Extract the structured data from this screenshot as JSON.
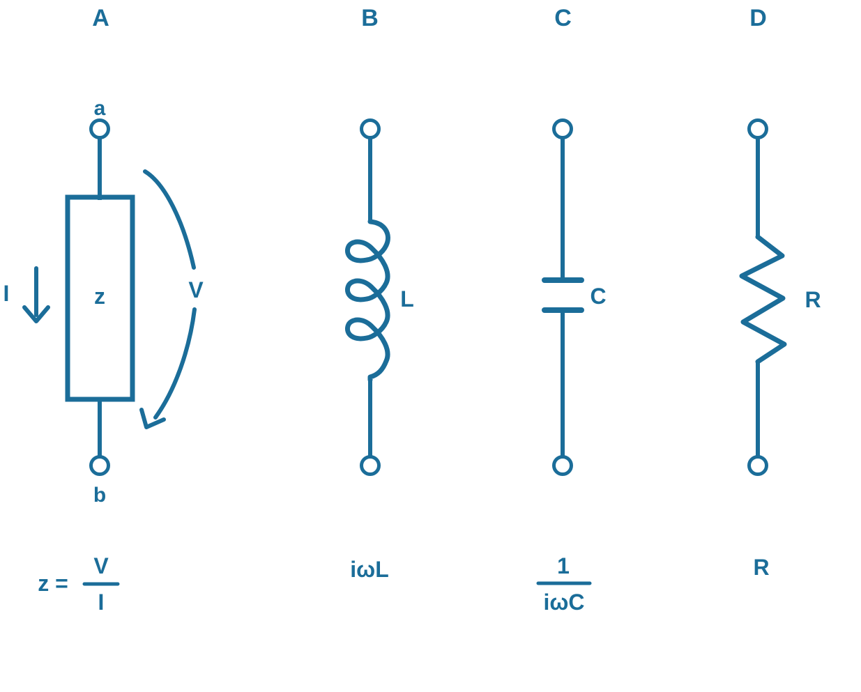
{
  "colors": {
    "line": "#1b6d99",
    "background": "#ffffff"
  },
  "panels": [
    {
      "label": "A",
      "component": "generic-impedance-two-terminal",
      "terminal_top": "a",
      "terminal_bottom": "b",
      "element_label": "z",
      "current_label": "I",
      "voltage_label": "V",
      "formula_lhs": "z =",
      "formula_numerator": "V",
      "formula_denominator": "I"
    },
    {
      "label": "B",
      "component": "inductor",
      "element_label": "L",
      "formula": "iωL"
    },
    {
      "label": "C",
      "component": "capacitor",
      "element_label": "C",
      "formula_numerator": "1",
      "formula_denominator": "iωC"
    },
    {
      "label": "D",
      "component": "resistor",
      "element_label": "R",
      "formula": "R"
    }
  ]
}
